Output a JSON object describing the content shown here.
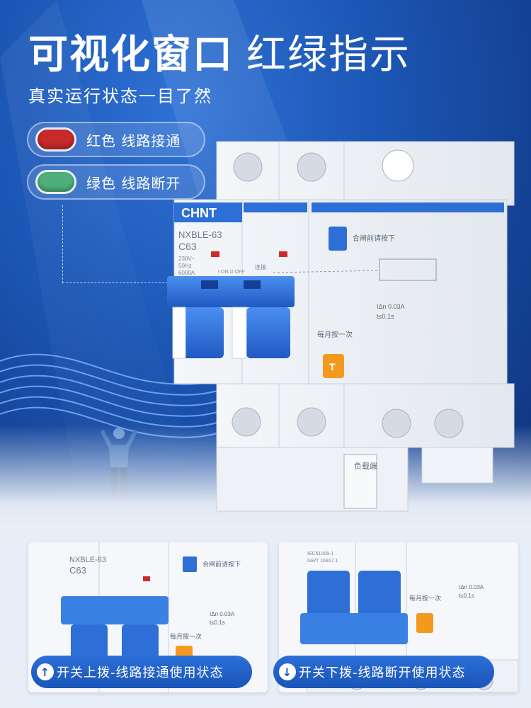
{
  "headline": {
    "part1": "可视化窗口",
    "part2": "红绿指示",
    "sub": "真实运行状态一目了然"
  },
  "legend": [
    {
      "color": "#c62a2a",
      "text": "红色  线路接通"
    },
    {
      "color": "#4fae7a",
      "text": "绿色  线路断开"
    }
  ],
  "product": {
    "brand": "CHNT",
    "model": "NXBLE-63",
    "rating": "C63",
    "spec1": "230V~",
    "spec2": "50Hz",
    "spec3": "6000A",
    "on_off": "I ON  O OFF",
    "link": "连接",
    "test_hint": "合闸前请按下",
    "residual": "IΔn 0.03A",
    "time": "t≤0.1s",
    "monthly": "每月按一次",
    "test_key": "T",
    "load_side": "负载端",
    "standard1": "IEC61009-1",
    "standard2": "GB/T 16917.1",
    "accent_blue": "#2d6fd6",
    "test_orange": "#f39a1e"
  },
  "captions": [
    {
      "icon": "arrow-up-icon",
      "glyph": "↑",
      "text": "开关上拨-线路接通使用状态"
    },
    {
      "icon": "arrow-down-icon",
      "glyph": "↓",
      "text": "开关下拨-线路断开使用状态"
    }
  ]
}
